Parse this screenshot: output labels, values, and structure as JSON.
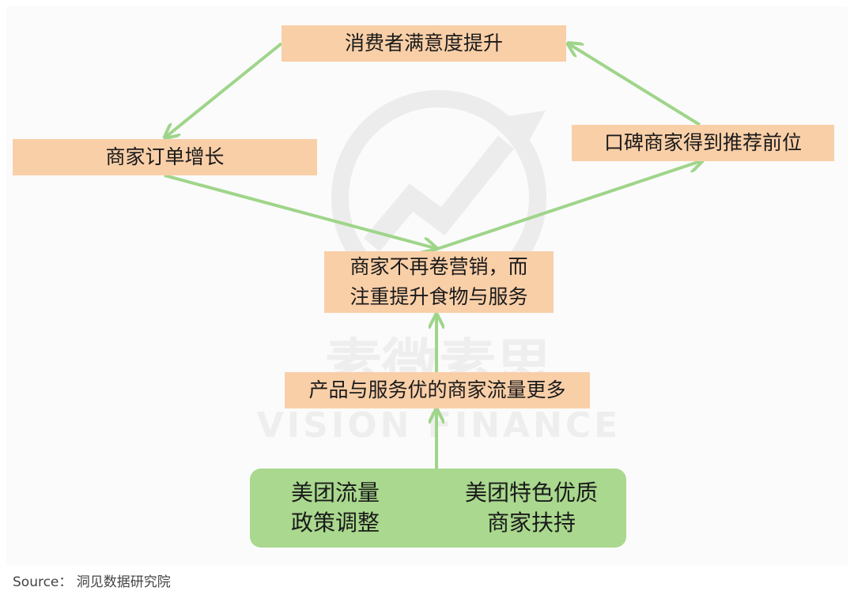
{
  "boxes": {
    "top": "消费者满意度提升",
    "left": "商家订单增长",
    "right": "口碑商家得到推荐前位",
    "middle": [
      "商家不再卷营销，而",
      "注重提升食物与服务"
    ],
    "lower": "产品与服务优的商家流量更多",
    "base_left": [
      "美团流量",
      "政策调整"
    ],
    "base_right": [
      "美团特色优质",
      "商家扶持"
    ]
  },
  "watermark": {
    "cn": "素微素思",
    "en": "VISION FINANCE"
  },
  "source": "Source：  洞见数据研究院",
  "colors": {
    "box_fill": "#f9cfa8",
    "base_fill": "#a9d88e",
    "arrow": "#9fd58a",
    "watermark": "#efefef"
  }
}
